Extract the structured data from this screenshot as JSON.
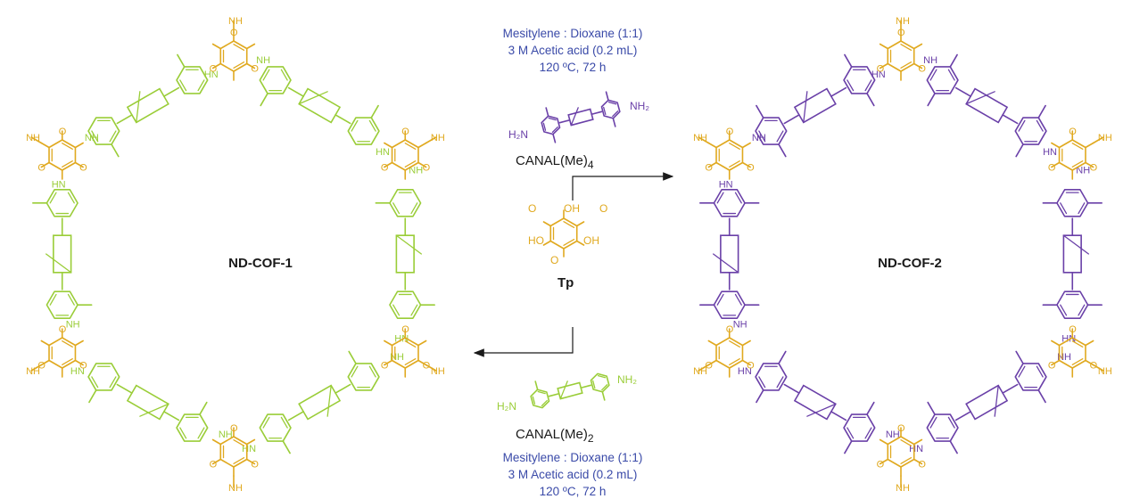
{
  "colors": {
    "tp": "#e0a91f",
    "linker_me2": "#9acd38",
    "linker_me4": "#6a40a8",
    "conditions": "#3a4aa8",
    "text": "#1a1a1a"
  },
  "top_conditions": {
    "line1": "Mesitylene : Dioxane (1:1)",
    "line2": "3 M Acetic acid (0.2 mL)",
    "line3": "120 ºC, 72 h"
  },
  "bottom_conditions": {
    "line1": "Mesitylene : Dioxane (1:1)",
    "line2": "3 M Acetic acid (0.2 mL)",
    "line3": "120 ºC, 72 h"
  },
  "linker_top": {
    "name": "CANAL(Me)",
    "subscript": "4",
    "amine_left": "H₂N",
    "amine_right": "NH₂"
  },
  "linker_bottom": {
    "name": "CANAL(Me)",
    "subscript": "2",
    "amine_left": "H₂N",
    "amine_right": "NH₂"
  },
  "tp": {
    "label": "Tp",
    "oh": "OH",
    "ho": "HO",
    "o": "O"
  },
  "cof_left": {
    "label": "ND-COF-1",
    "nh": "NH",
    "hn": "HN",
    "o": "O",
    "h": "H",
    "n": "N"
  },
  "cof_right": {
    "label": "ND-COF-2",
    "nh": "NH",
    "hn": "HN",
    "o": "O",
    "h": "H",
    "n": "N"
  }
}
